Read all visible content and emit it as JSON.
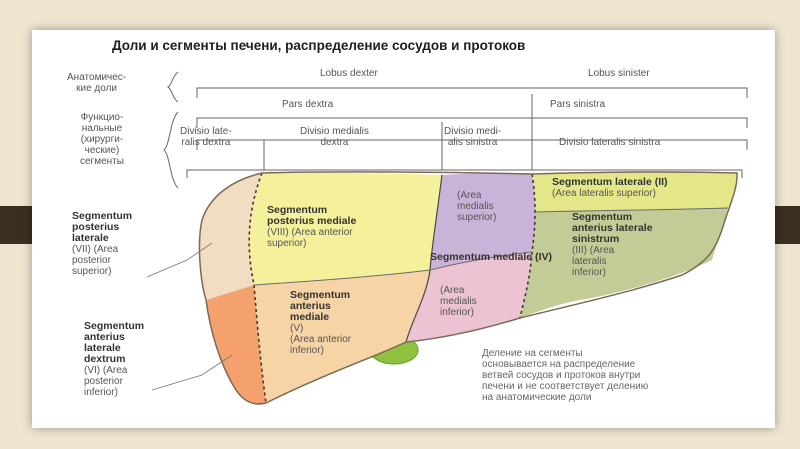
{
  "title": "Доли и сегменты печени, распределение сосудов и протоков",
  "rows": {
    "anatomical_label": [
      "Анатомичес-",
      "кие доли"
    ],
    "functional_label": [
      "Функцио-",
      "нальные",
      "(хирурги-",
      "ческие)",
      "сегменты"
    ]
  },
  "lobes": {
    "dexter": "Lobus dexter",
    "sinister": "Lobus sinister"
  },
  "parts": {
    "dextra": "Pars dextra",
    "sinistra": "Pars sinistra"
  },
  "divisions": {
    "lateralis_dextra": [
      "Divisio late-",
      "ralis dextra"
    ],
    "medialis_dextra": [
      "Divisio medialis",
      "dextra"
    ],
    "medialis_sinistra": [
      "Divisio medi-",
      "alis sinistra"
    ],
    "lateralis_sinistra": "Divisio lateralis sinistra"
  },
  "segments": {
    "vii": {
      "name": [
        "Segmentum",
        "posterius",
        "laterale"
      ],
      "desc": [
        "(VII) (Area",
        "posterior",
        "superior)"
      ]
    },
    "vi": {
      "name": [
        "Segmentum",
        "anterius",
        "laterale",
        "dextrum"
      ],
      "desc": [
        "(VI) (Area",
        "posterior",
        "inferior)"
      ]
    },
    "viii": {
      "name": [
        "Segmentum",
        "posterius mediale"
      ],
      "desc": [
        "(VIII) (Area anterior",
        "superior)"
      ]
    },
    "v": {
      "name": [
        "Segmentum",
        "anterius",
        "mediale"
      ],
      "desc": [
        "(V)",
        "(Area anterior",
        "inferior)"
      ]
    },
    "iv_sup": {
      "desc": [
        "(Area",
        "medialis",
        "superior)"
      ]
    },
    "iv": {
      "name": "Segmentum mediale (IV)",
      "desc": [
        "(Area",
        "medialis",
        "inferior)"
      ]
    },
    "ii": {
      "name": "Segmentum laterale (II)",
      "desc": "(Area lateralis superior)"
    },
    "iii": {
      "name": [
        "Segmentum",
        "anterius laterale",
        "sinistrum"
      ],
      "desc": [
        "(III) (Area",
        "lateralis",
        "inferior)"
      ]
    }
  },
  "caption": [
    "Деление на сегменты",
    "основывается на распределение",
    "ветвей сосудов и протоков внутри",
    "печени и не соответствует делению",
    "на анатомические доли"
  ],
  "colors": {
    "segment_vii": "#f1ddc2",
    "segment_vi": "#f4a16e",
    "segment_viii": "#f5f09b",
    "segment_v": "#f6d4a6",
    "segment_iv_sup": "#c9b3d8",
    "segment_iv_inf": "#ecc3d2",
    "segment_ii": "#e4e787",
    "segment_iii": "#c3cc96",
    "gallbladder": "#8fc13e",
    "background": "#efe6d2",
    "band": "#3c2f22"
  }
}
